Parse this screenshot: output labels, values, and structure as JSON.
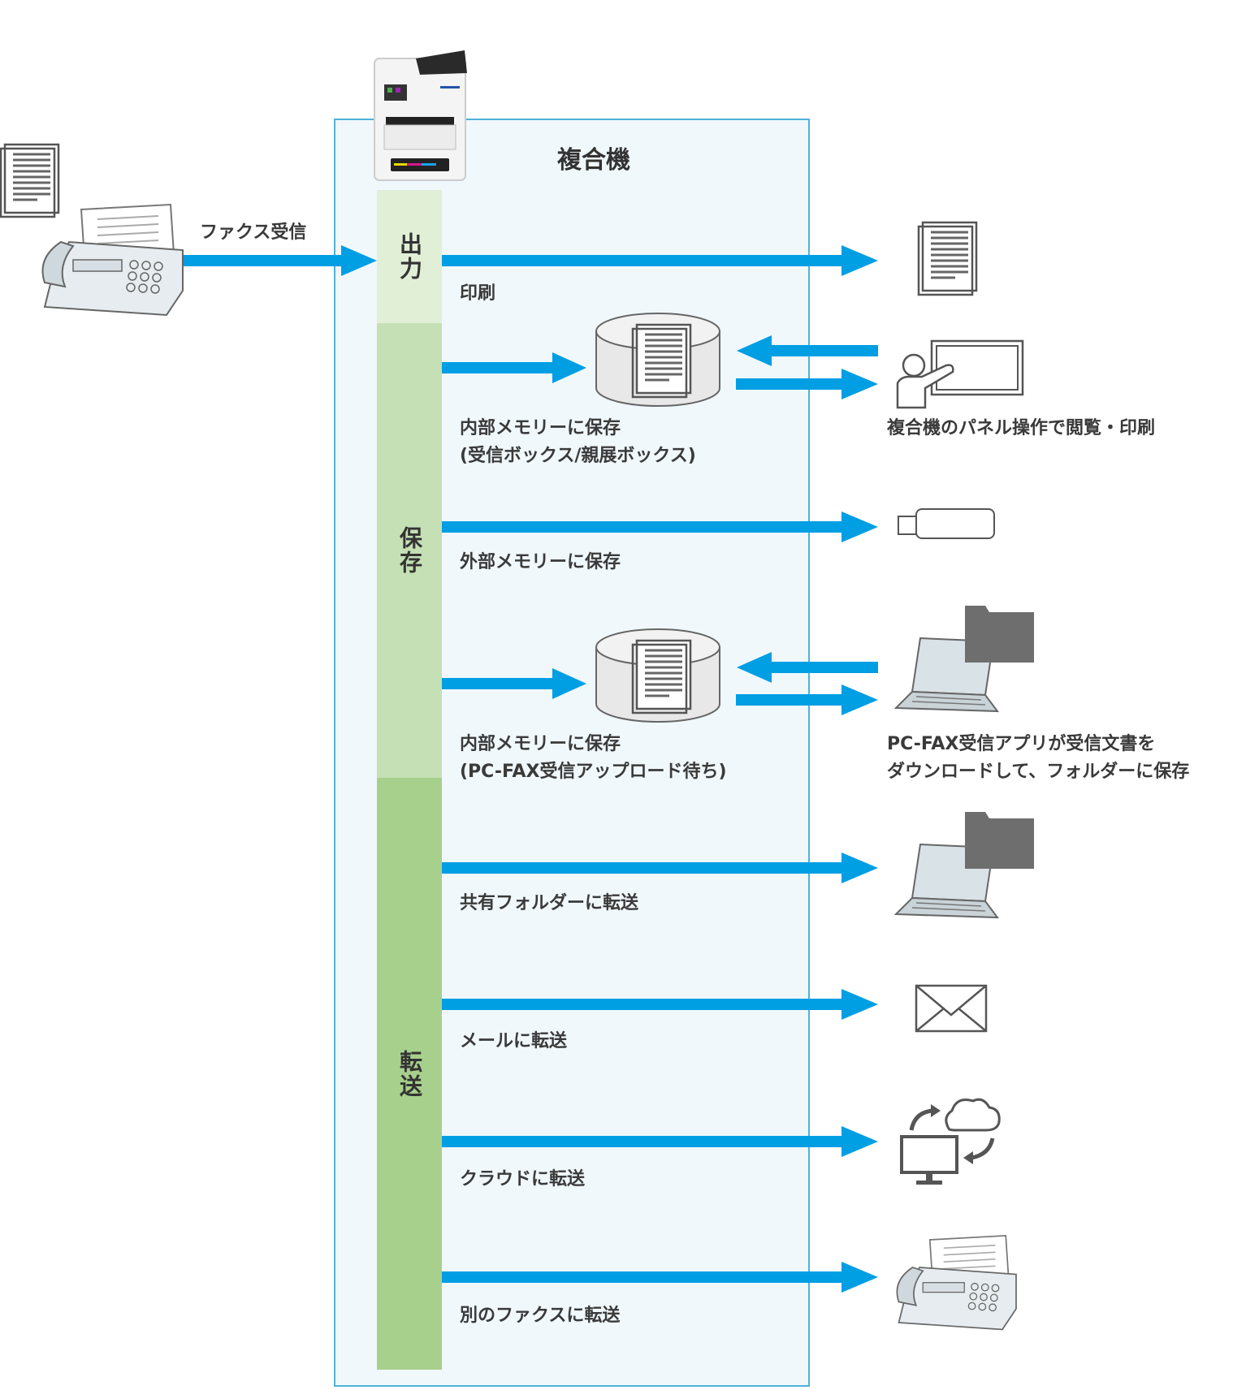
{
  "diagram": {
    "title": "複合機",
    "input_label": "ファクス受信",
    "accent_color": "#009ee3",
    "sections": [
      {
        "label": "出力",
        "color": "#e1efd7"
      },
      {
        "label": "保存",
        "color": "#c5e0b4"
      },
      {
        "label": "転送",
        "color": "#a8d08d"
      }
    ],
    "flows": [
      {
        "label": "印刷",
        "target": "printed-document-icon",
        "target_label": ""
      },
      {
        "label": "内部メモリーに保存\n(受信ボックス/親展ボックス)",
        "target": "panel-operation-icon",
        "target_label": "複合機のパネル操作で閲覧・印刷"
      },
      {
        "label": "外部メモリーに保存",
        "target": "usb-memory-icon",
        "target_label": ""
      },
      {
        "label": "内部メモリーに保存\n(PC-FAX受信アップロード待ち)",
        "target": "laptop-folder-icon",
        "target_label": "PC-FAX受信アプリが受信文書を\nダウンロードして、フォルダーに保存"
      },
      {
        "label": "共有フォルダーに転送",
        "target": "laptop-folder-icon",
        "target_label": ""
      },
      {
        "label": "メールに転送",
        "target": "envelope-icon",
        "target_label": ""
      },
      {
        "label": "クラウドに転送",
        "target": "cloud-sync-icon",
        "target_label": ""
      },
      {
        "label": "別のファクスに転送",
        "target": "fax-machine-icon",
        "target_label": ""
      }
    ]
  }
}
